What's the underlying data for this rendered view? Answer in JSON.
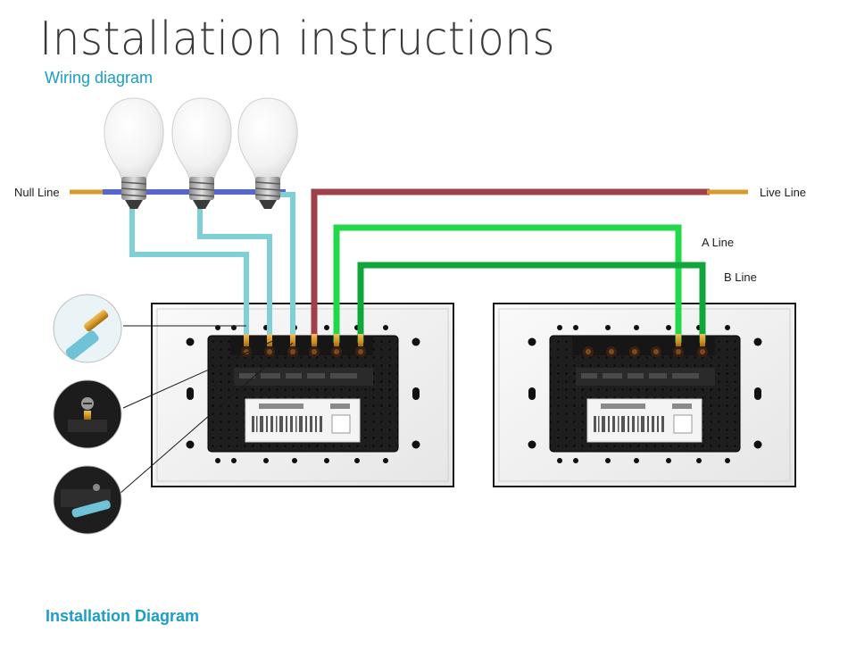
{
  "header": {
    "title": "Installation instructions",
    "subtitle": "Wiring diagram"
  },
  "labels": {
    "null_line": "Null Line",
    "live_line": "Live Line",
    "a_line": "A Line",
    "b_line": "B Line"
  },
  "footer": {
    "caption": "Installation Diagram"
  },
  "colors": {
    "title": "#3a3a3a",
    "accent": "#1a9ec4",
    "null_wire": "#5566cc",
    "live_wire": "#a0404a",
    "a_wire": "#22d84a",
    "b_wire": "#11a63a",
    "load_wire": "#7fcfd6",
    "copper": "#d89a2a"
  }
}
